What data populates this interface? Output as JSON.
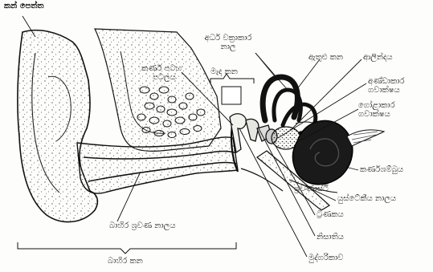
{
  "labels": {
    "pinna": "කන් පෙත්ත",
    "semicircular_canals": [
      "අර්ධ වක්‍රාකාර",
      "නාල"
    ],
    "middle_ear": "මැද කන",
    "inner_ear": "ඇතුළු කන",
    "vestibule": "ආලින්දය",
    "tympanic_membrane": [
      "කර්ණ පටහ",
      "පටලය"
    ],
    "oval_window": [
      "අණ්ඩාකාර",
      "ගවාක්ෂය"
    ],
    "round_window": [
      "ගෝළාකාර",
      "ගවාක්ෂය"
    ],
    "cochlea": "කර්ණශම්බුය",
    "eustachian_tube": "යුස්ටේකීය නාලය",
    "ossicles": "ශ්‍රවණාස්ථි",
    "stapes": "ට්‍රණකය",
    "incus": "නිසාතිය",
    "malleus": "මුද්ගරිකාව",
    "external_auditory_canal": "බාහිර ශ්‍රවණ නාලය",
    "outer_ear": "බාහිර කන"
  }
}
